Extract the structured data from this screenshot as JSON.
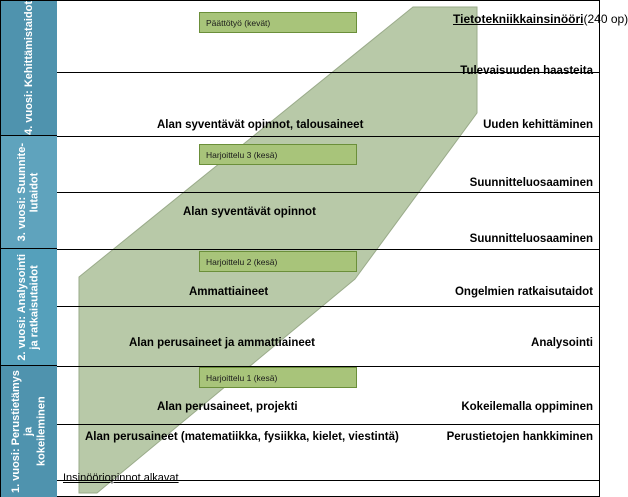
{
  "title": {
    "main": "Tietotekniikkainsinööri",
    "credits": "(240 op)"
  },
  "years": [
    {
      "id": "year4",
      "label": "4. vuosi: Kehittämistaidot"
    },
    {
      "id": "year3",
      "label": "3. vuosi: Suunnite-\nlutaidot"
    },
    {
      "id": "year2",
      "label": "2. vuosi: Analysointi\nja ratkaisutaidot"
    },
    {
      "id": "year1",
      "label": "1. vuosi: Perustietämys ja\nkokeileminen"
    }
  ],
  "green_boxes": [
    {
      "id": "thesis",
      "label": "Päättötyö (kevät)"
    },
    {
      "id": "practice3",
      "label": "Harjoittelu 3 (kesä)"
    },
    {
      "id": "practice2",
      "label": "Harjoittelu 2 (kesä)"
    },
    {
      "id": "practice1",
      "label": "Harjoittelu 1 (kesä)"
    }
  ],
  "left_labels": [
    {
      "id": "row-advanced-econ",
      "text": "Alan syventävät opinnot, talousaineet"
    },
    {
      "id": "row-advanced",
      "text": "Alan syventävät opinnot"
    },
    {
      "id": "row-professional",
      "text": "Ammattiaineet"
    },
    {
      "id": "row-basics-professional",
      "text": "Alan perusaineet ja ammattiaineet"
    },
    {
      "id": "row-basics-project",
      "text": "Alan perusaineet, projekti"
    },
    {
      "id": "row-basics-math",
      "text": "Alan perusaineet (matematiikka, fysiikka, kielet, viestintä)"
    }
  ],
  "right_labels": [
    {
      "id": "skill-future",
      "text": "Tulevaisuuden haasteita"
    },
    {
      "id": "skill-development",
      "text": "Uuden kehittäminen"
    },
    {
      "id": "skill-design-1",
      "text": "Suunnitteluosaaminen"
    },
    {
      "id": "skill-design-2",
      "text": "Suunnitteluosaaminen"
    },
    {
      "id": "skill-problem",
      "text": "Ongelmien ratkaisutaidot"
    },
    {
      "id": "skill-analysis",
      "text": "Analysointi"
    },
    {
      "id": "skill-experiment",
      "text": "Kokeilemalla oppiminen"
    },
    {
      "id": "skill-basics",
      "text": "Perustietojen hankkiminen"
    }
  ],
  "footer": {
    "start": "Insinööriopinnot alkavat"
  },
  "colors": {
    "sidebar": "#4f93ae",
    "box_fill": "#a8c47a",
    "box_stroke": "#6b8f3a",
    "arrow_fill": "#b8c9a8",
    "arrow_stroke": "#9aab8a"
  }
}
